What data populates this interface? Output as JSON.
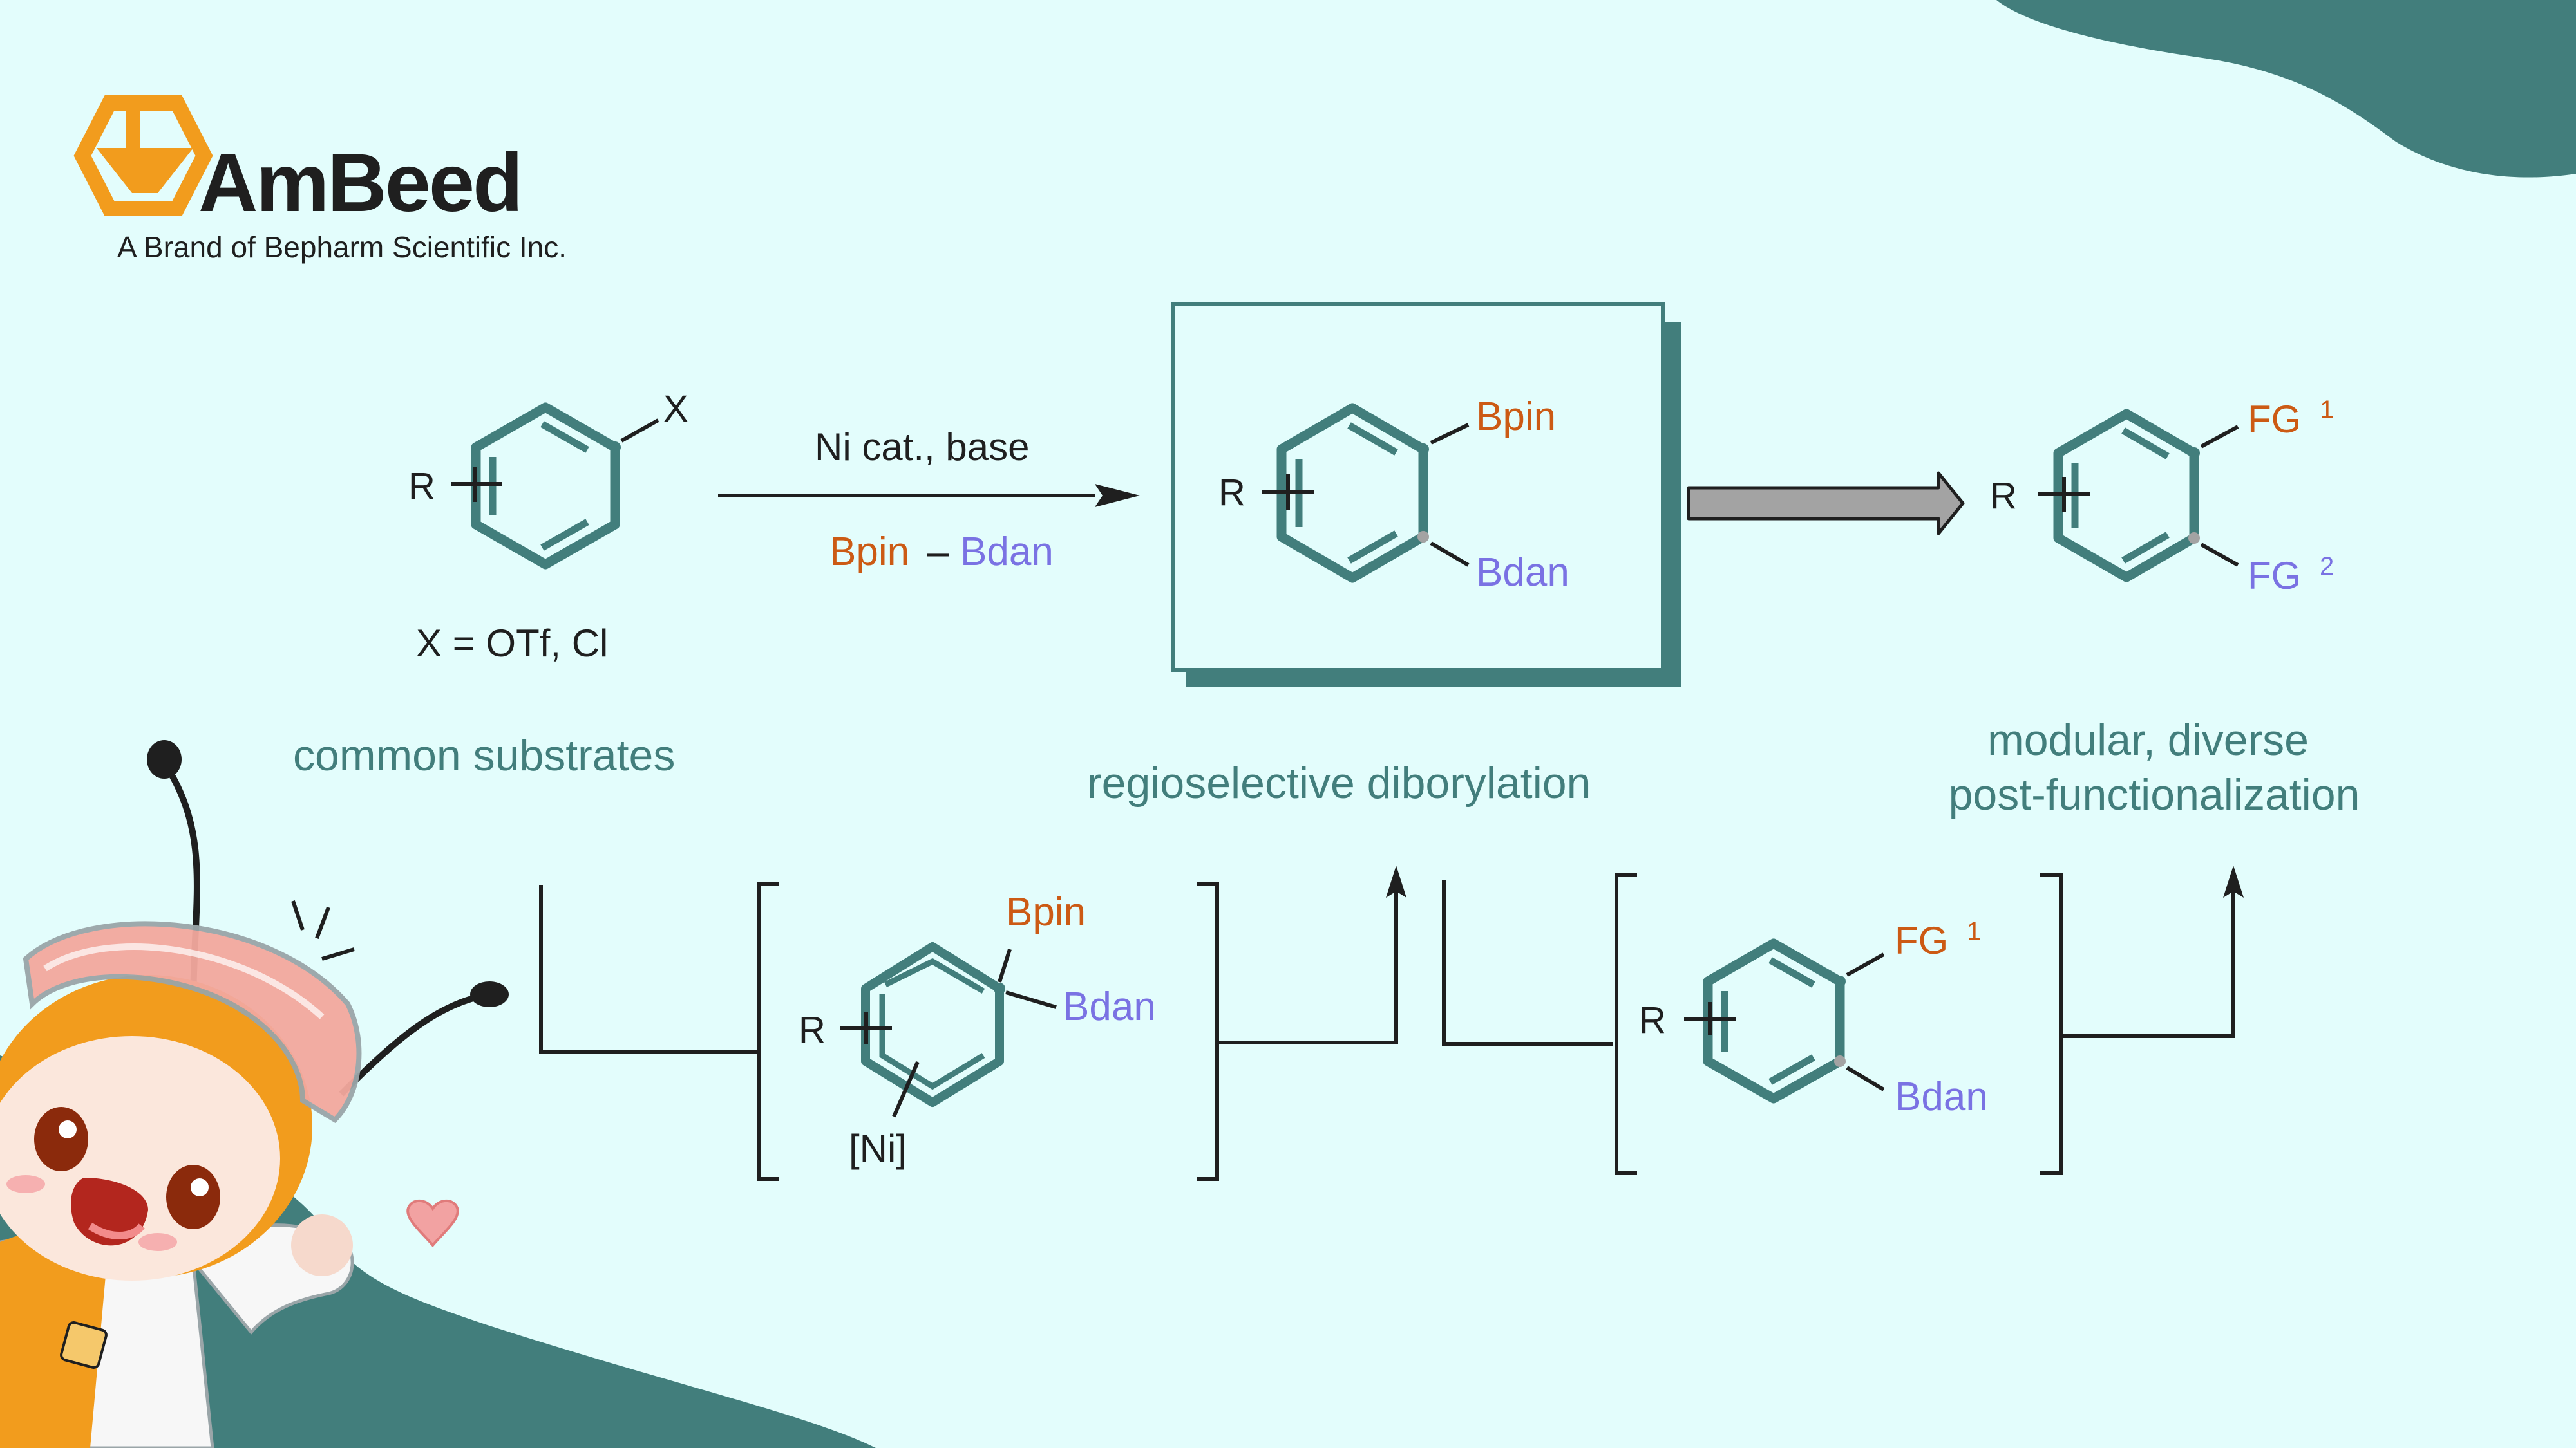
{
  "brand": {
    "name": "AmBeed",
    "tagline": "A Brand of Bepharm Scientific Inc."
  },
  "colors": {
    "background": "#e3fdfc",
    "teal": "#427e7c",
    "orange_label": "#cc5a14",
    "purple_label": "#7a72e3",
    "logo_orange": "#f29c1d",
    "logo_dark": "#1f1f1f",
    "arrow_gray": "#a3a3a3"
  },
  "scheme": {
    "substituent_R": "R",
    "leaving_group_X": "X",
    "substrate_note": "X = OTf, Cl",
    "reagent_top": "Ni cat., base",
    "reagent_bpin": "Bpin",
    "reagent_dash": "–",
    "reagent_bdan": "Bdan",
    "product_bpin": "Bpin",
    "product_bdan": "Bdan",
    "final_fg1": "FG",
    "final_fg1_sup": "1",
    "final_fg2": "FG",
    "final_fg2_sup": "2",
    "intermediate_bpin": "Bpin",
    "intermediate_bdan": "Bdan",
    "intermediate_metal": "[Ni]",
    "second_fg1": "FG",
    "second_fg1_sup": "1",
    "second_bdan": "Bdan"
  },
  "captions": {
    "substrates": "common substrates",
    "diborylation": "regioselective diborylation",
    "functionalization_line1": "modular,  diverse",
    "functionalization_line2": "post-functionalization"
  },
  "icons": {
    "mascot": "bee-scientist-mascot-icon",
    "heart": "heart-icon",
    "logo": "ambeed-logo-icon"
  }
}
